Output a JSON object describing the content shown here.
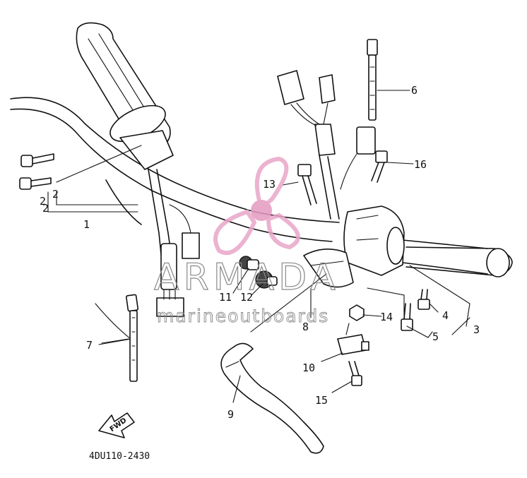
{
  "diagram": {
    "part_code": "4DU110-2430",
    "fwd_label": "FWD",
    "callouts": {
      "c1": "1",
      "c2a": "2",
      "c2b": "2",
      "c2c": "2",
      "c3": "3",
      "c4": "4",
      "c5": "5",
      "c6": "6",
      "c7": "7",
      "c8": "8",
      "c9": "9",
      "c10": "10",
      "c11": "11",
      "c12": "12",
      "c13": "13",
      "c14": "14",
      "c15": "15",
      "c16": "16"
    }
  },
  "watermark": {
    "brand": "ARMADA",
    "tagline": "marineoutboards",
    "logo_color": "#e8a6c8",
    "logo_center_color": "#e39ac0"
  }
}
